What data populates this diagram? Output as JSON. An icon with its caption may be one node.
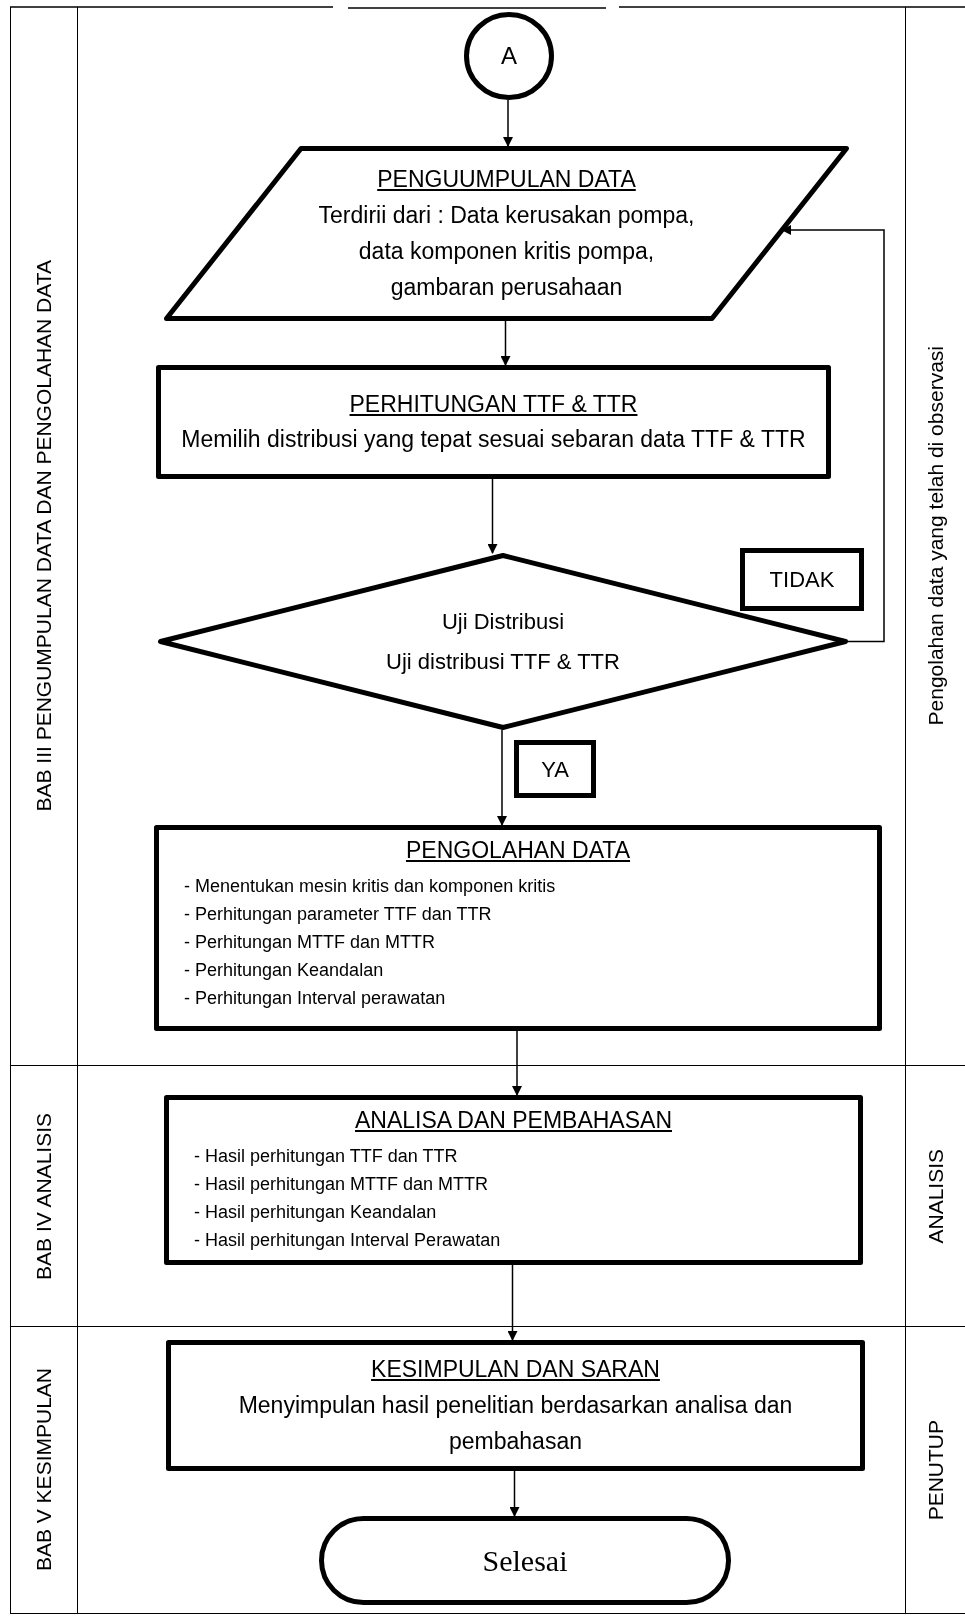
{
  "diagram": {
    "nodes": [
      {
        "text": [
          "BAB III PENGUMPULAN DATA DAN PENGOLAHAN DATA",
          "Pengolahan data yang telah di observasi"
        ]
      },
      {
        "text": [
          "A"
        ],
        "in": 0
      },
      {
        "text": [
          "PENGUUMPULAN DATA",
          "Terdirii dari : Data kerusakan pompa, data komponen kritis pompa, gambaran perusahaan"
        ],
        "in": 0
      },
      {
        "text": [
          "PERHITUNGAN TTF & TTR",
          "Memilih distribusi yang tepat sesuai sebaran data TTF & TTR"
        ],
        "in": 0
      },
      {
        "text": [
          "Uji Distribusi",
          "Uji distribusi TTF & TTR"
        ],
        "in": 0
      },
      {
        "text": [
          "PENGOLAHAN DATA",
          "- Menentukan mesin kritis dan komponen kritis",
          "- Perhitungan parameter TTF dan TTR",
          "- Perhitungan MTTF dan MTTR",
          "- Perhitungan Keandalan",
          "- Perhitungan Interval perawatan"
        ],
        "in": 0
      },
      {
        "text": [
          "BAB IV ANALISIS",
          "ANALISIS"
        ]
      },
      {
        "text": [
          "ANALISA DAN PEMBAHASAN",
          "- Hasil perhitungan TTF dan TTR",
          "- Hasil perhitungan MTTF dan MTTR",
          "- Hasil perhitungan Keandalan",
          "- Hasil perhitungan Interval Perawatan"
        ],
        "in": 6
      },
      {
        "text": [
          "BAB V KESIMPULAN",
          "PENUTUP"
        ]
      },
      {
        "text": [
          "KESIMPULAN DAN SARAN",
          "Menyimpulan hasil penelitian berdasarkan analisa dan pembahasan"
        ],
        "in": 8
      },
      {
        "text": [
          "Selesai"
        ],
        "in": 8
      }
    ],
    "edges": [
      {
        "from": 1,
        "to": 2,
        "arrow": "to"
      },
      {
        "from": 2,
        "to": 3,
        "arrow": "to"
      },
      {
        "from": 3,
        "to": 4,
        "arrow": "to"
      },
      {
        "from": 4,
        "to": 2,
        "arrow": "to",
        "label": "TIDAK"
      },
      {
        "from": 4,
        "to": 5,
        "arrow": "to",
        "label": "YA"
      },
      {
        "from": 5,
        "to": 7,
        "arrow": "to"
      },
      {
        "from": 7,
        "to": 9,
        "arrow": "to"
      },
      {
        "from": 9,
        "to": 10,
        "arrow": "to"
      }
    ]
  }
}
